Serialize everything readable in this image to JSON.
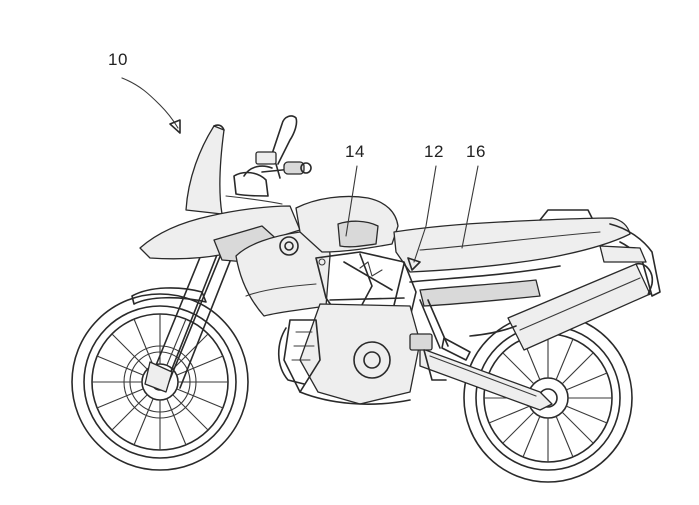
{
  "figure": {
    "reference_numerals": {
      "motorcycle": "10",
      "frame": "12",
      "tank": "14",
      "seat": "16"
    }
  }
}
